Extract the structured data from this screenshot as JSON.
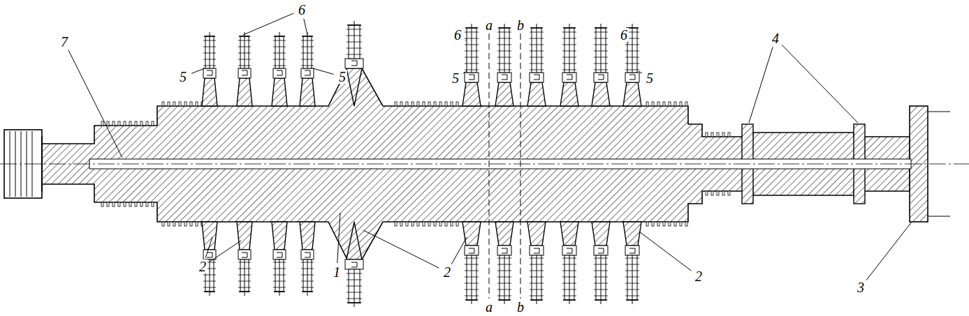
{
  "diagram": {
    "labels": [
      "6",
      "7",
      "5",
      "5",
      "a",
      "b",
      "6",
      "5",
      "6",
      "5",
      "4",
      "2",
      "1",
      "2",
      "2",
      "3",
      "a",
      "b"
    ]
  }
}
